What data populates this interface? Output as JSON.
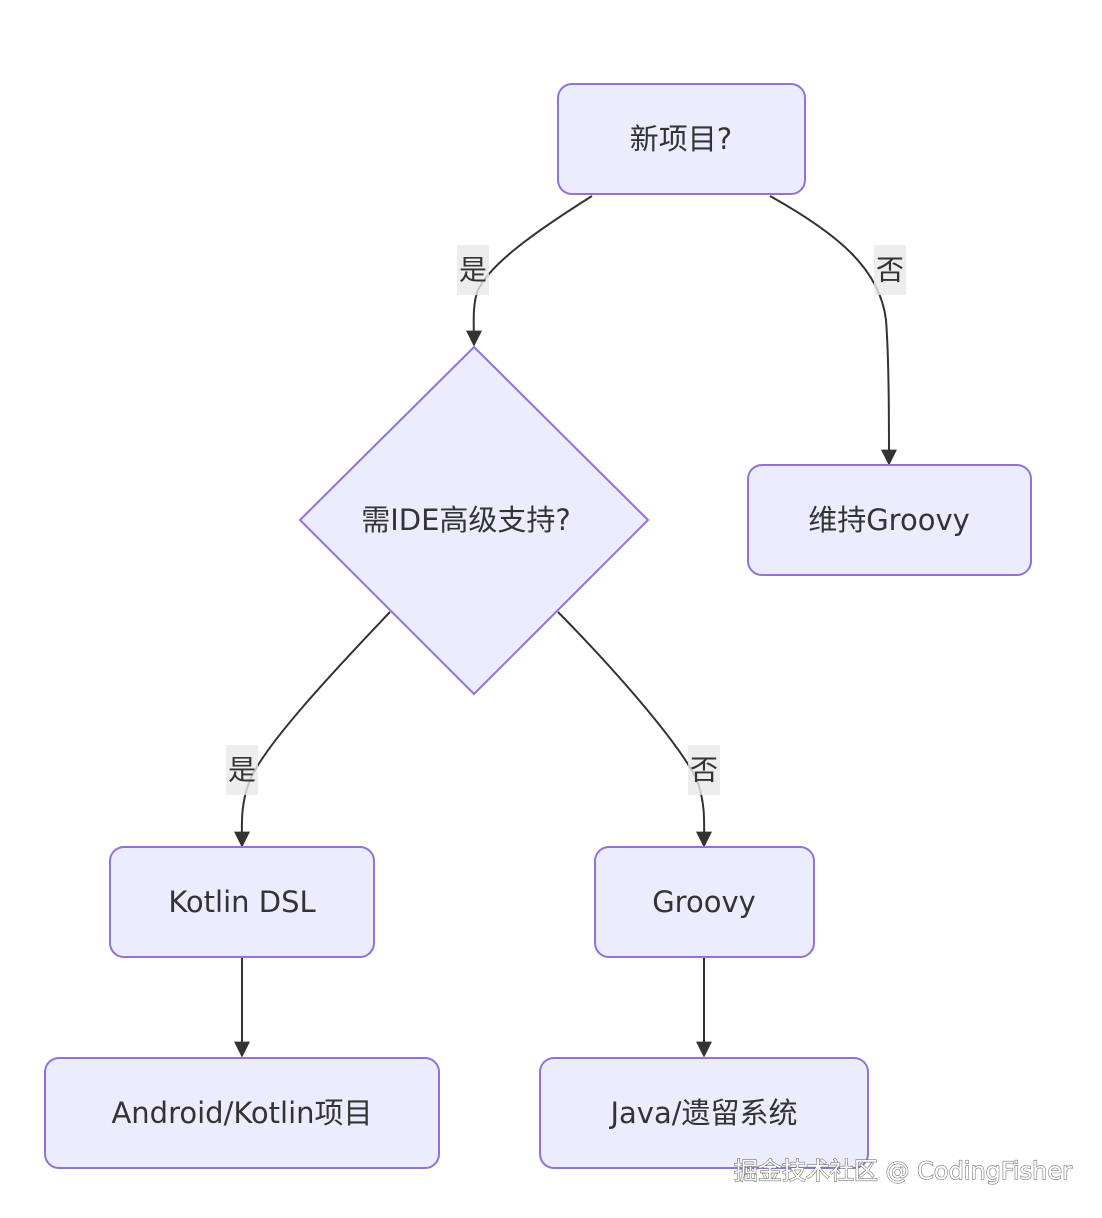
{
  "nodes": {
    "new_project": "新项目?",
    "ide_support": "需IDE高级支持?",
    "keep_groovy": "维持Groovy",
    "kotlin_dsl": "Kotlin DSL",
    "groovy": "Groovy",
    "android_kotlin": "Android/Kotlin项目",
    "java_legacy": "Java/遗留系统"
  },
  "edges": {
    "new_yes": "是",
    "new_no": "否",
    "ide_yes": "是",
    "ide_no": "否"
  },
  "colors": {
    "node_fill": "#ECECFF",
    "node_stroke": "#9370DB",
    "edge": "#333333",
    "label_bg": "#E8E8E8"
  },
  "watermark": "掘金技术社区 @ CodingFisher"
}
